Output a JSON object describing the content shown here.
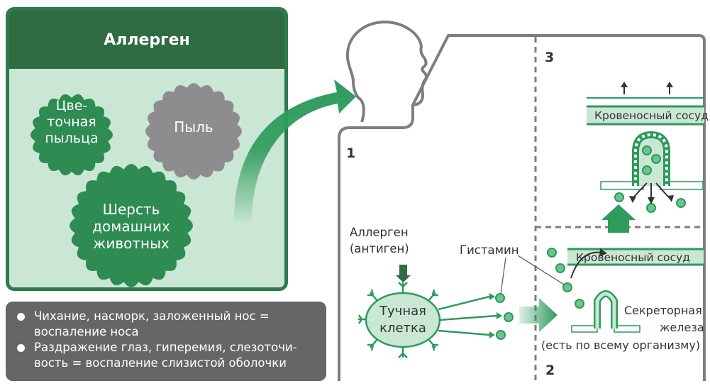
{
  "allergen_panel": {
    "title": "Аллерген",
    "pollen": [
      "Цве-",
      "точная",
      "пыльца"
    ],
    "dust": "Пыль",
    "pet_hair": [
      "Шерсть",
      "домашних",
      "животных"
    ]
  },
  "symptoms": [
    [
      "Чихание, насморк, заложенный нос =",
      "воспаление носа"
    ],
    [
      "Раздражение глаз, гиперемия, слезоточи-",
      "вость = воспаление слизистой оболочки"
    ]
  ],
  "steps": {
    "one": "1",
    "two": "2",
    "three": "3"
  },
  "labels": {
    "allergen_antigen": [
      "Аллерген",
      "(антиген)"
    ],
    "mast_cell": [
      "Тучная",
      "клетка"
    ],
    "histamine": "Гистамин",
    "blood_vessel_bottom": "Кровеносный сосуд",
    "blood_vessel_top": "Кровеносный сосуд",
    "secretory_gland": [
      "Секреторная",
      "железа"
    ],
    "everywhere": "(есть по всему организму)"
  },
  "colors": {
    "dark_green": "#2f6b43",
    "green": "#2e9a5c",
    "light_green": "#c9e7d4",
    "gray": "#8d8d8f",
    "dark_gray": "#666668"
  }
}
